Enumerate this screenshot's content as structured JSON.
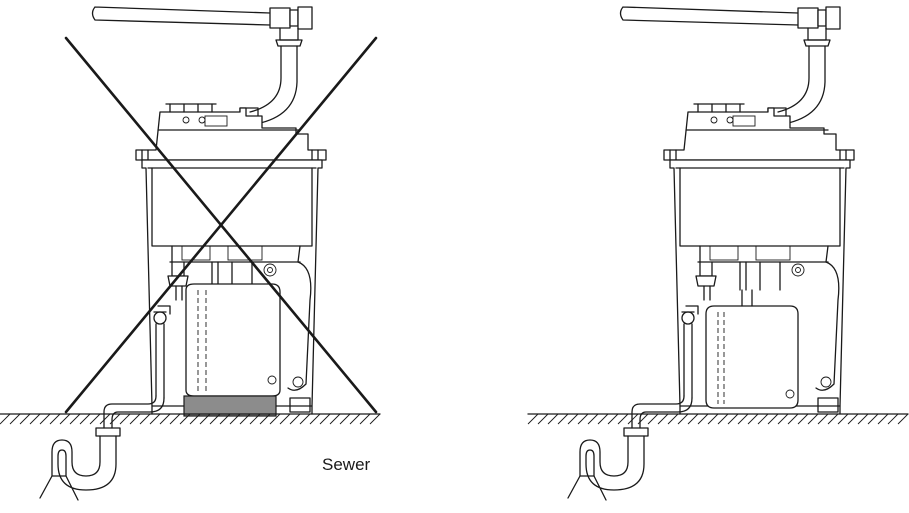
{
  "labels": {
    "sewer": "Sewer"
  },
  "panels": [
    {
      "key": "incorrect",
      "crossed_out": true,
      "tank_on_support_block": true
    },
    {
      "key": "correct",
      "crossed_out": false,
      "tank_on_support_block": false
    }
  ],
  "colors": {
    "line": "#1a1a1a",
    "support_block": "#8c8c8c",
    "background": "#ffffff"
  }
}
